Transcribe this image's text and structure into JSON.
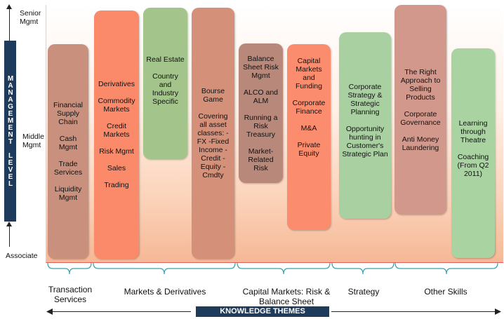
{
  "y_axis": {
    "top_label": "Senior\nMgmt",
    "middle_label": "Middle\nMgmt",
    "bottom_label": "Associate",
    "title": "MANAGEMENT LEVEL"
  },
  "bars": [
    {
      "items": [
        "Financial Supply Chain",
        "Cash Mgmt",
        "Trade Services",
        "Liquidity Mgmt"
      ],
      "color": "#c9907e"
    },
    {
      "items": [
        "Derivatives",
        "Commodity Markets",
        "Credit Markets",
        "Risk Mgmt",
        "Sales",
        "Trading"
      ],
      "color": "#fb8a6b"
    },
    {
      "items": [
        "Real Estate",
        "Country and Industry Specific"
      ],
      "color": "#a3c48a"
    },
    {
      "items": [
        "Bourse Game",
        "Covering all asset classes: -FX -Fixed Income -Credit -Equity -Cmdty"
      ],
      "color": "#d5907a"
    },
    {
      "items": [
        "Balance Sheet Risk Mgmt",
        "ALCO and ALM",
        "Running a Risk Treasury",
        "Market-Related Risk"
      ],
      "color": "#b8887a"
    },
    {
      "items": [
        "Capital Markets and Funding",
        "Corporate Finance",
        "M&A",
        "Private Equity"
      ],
      "color": "#fc8c6e"
    },
    {
      "items": [
        "Corporate Strategy & Strategic Planning",
        "Opportunity hunting in Customer's Strategic Plan"
      ],
      "color": "#a8d0a0"
    },
    {
      "items": [
        "The Right Approach to Selling Products",
        "Corporate Governance",
        "Anti Money Laundering"
      ],
      "color": "#d2988c"
    },
    {
      "items": [
        "Learning through Theatre",
        "Coaching (From Q2 2011)"
      ],
      "color": "#a9d4a2"
    }
  ],
  "themes": [
    {
      "label": "Transaction Services"
    },
    {
      "label": "Markets & Derivatives"
    },
    {
      "label": "Capital Markets: Risk & Balance Sheet"
    },
    {
      "label": "Strategy"
    },
    {
      "label": "Other Skills"
    }
  ],
  "x_axis": {
    "title": "KNOWLEDGE THEMES"
  }
}
